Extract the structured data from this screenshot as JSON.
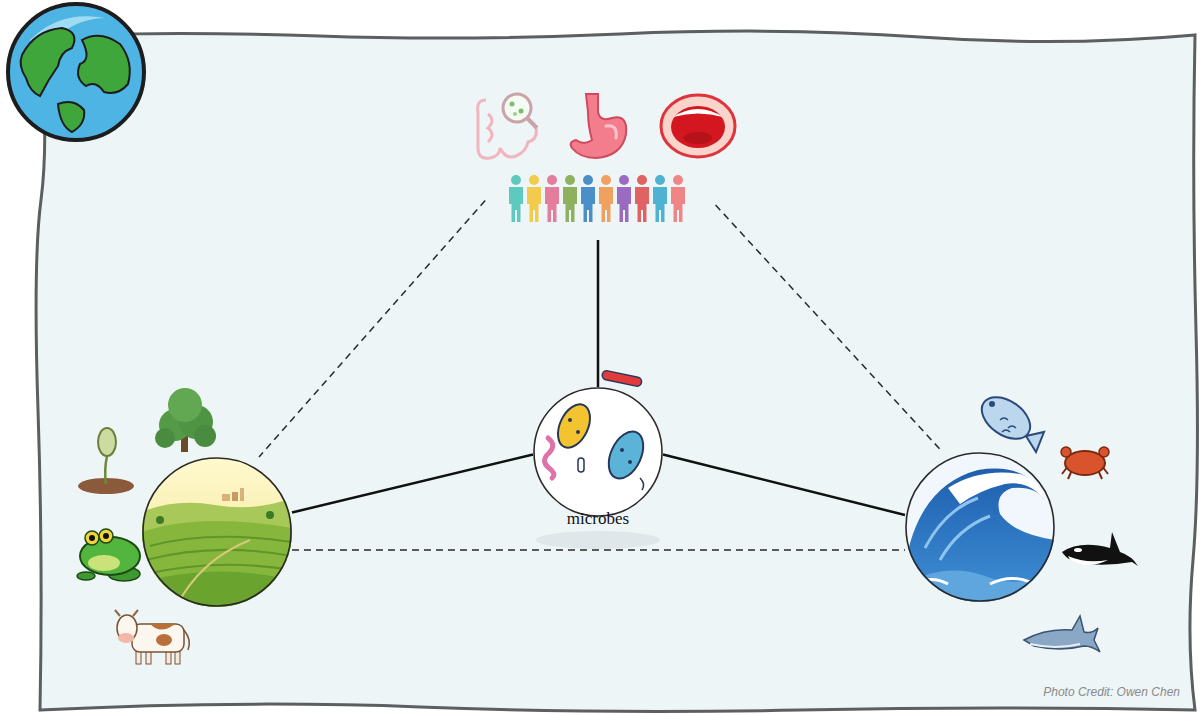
{
  "diagram": {
    "nodes": [
      {
        "text": []
      },
      {
        "text": []
      },
      {
        "text": [
          "microbes"
        ]
      },
      {
        "text": []
      }
    ],
    "edges": [
      {
        "from": 2,
        "to": 0,
        "arrow": "none"
      },
      {
        "from": 2,
        "to": 1,
        "arrow": "none"
      },
      {
        "from": 2,
        "to": 3,
        "arrow": "none"
      },
      {
        "from": 0,
        "to": 1,
        "arrow": "none"
      },
      {
        "from": 0,
        "to": 3,
        "arrow": "none"
      },
      {
        "from": 1,
        "to": 3,
        "arrow": "none"
      }
    ],
    "labels": [
      "Photo Credit: Owen Chen"
    ]
  }
}
